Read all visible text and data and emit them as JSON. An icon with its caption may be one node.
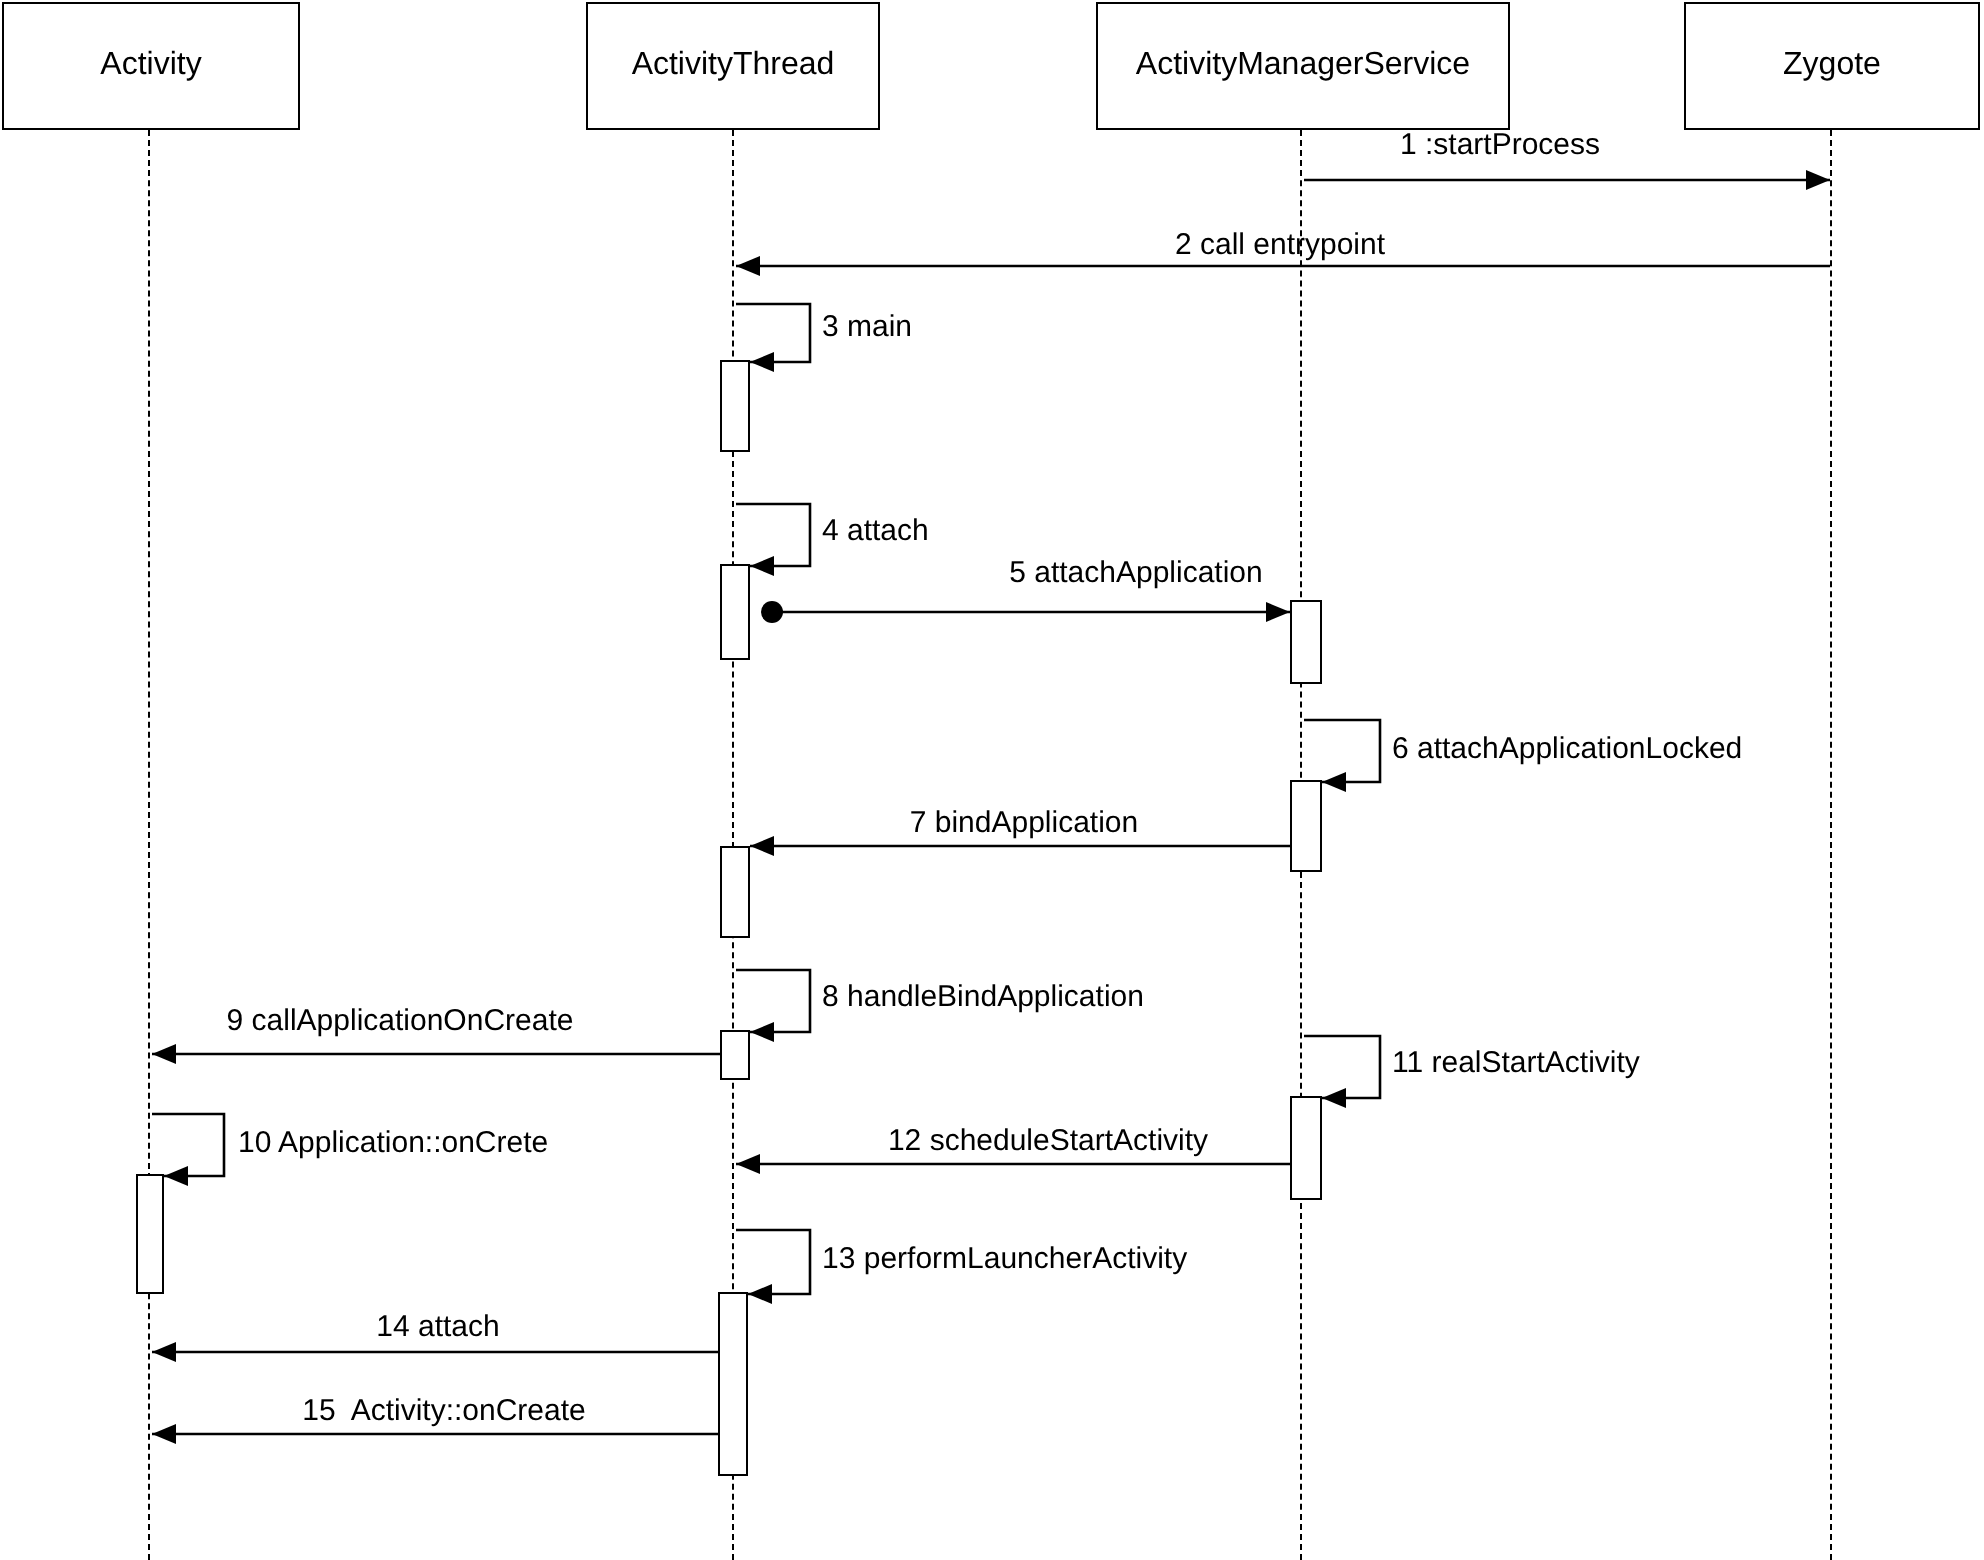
{
  "diagram": {
    "nodes": [
      {
        "text": [
          "Activity"
        ]
      },
      {
        "text": [
          "ActivityThread"
        ]
      },
      {
        "text": [
          "ActivityManagerService"
        ]
      },
      {
        "text": [
          "Zygote"
        ]
      },
      {
        "text": [],
        "shape": "line"
      },
      {
        "text": [],
        "shape": "line"
      },
      {
        "text": [],
        "shape": "line"
      },
      {
        "text": [],
        "shape": "line"
      },
      {
        "text": [],
        "shape": "bar"
      },
      {
        "text": [],
        "shape": "bar"
      },
      {
        "text": [],
        "shape": "bar"
      },
      {
        "text": [],
        "shape": "bar"
      },
      {
        "text": [],
        "shape": "bar"
      },
      {
        "text": [],
        "shape": "bar"
      },
      {
        "text": [],
        "shape": "bar"
      },
      {
        "text": [],
        "shape": "bar"
      },
      {
        "text": [],
        "shape": "bar"
      }
    ],
    "edges": [
      {
        "from": 6,
        "to": 7,
        "arrow": "to",
        "label": "1 :startProcess"
      },
      {
        "from": 7,
        "to": 5,
        "arrow": "to",
        "label": "2 call entrypoint"
      },
      {
        "from": 5,
        "to": 8,
        "arrow": "to",
        "label": "3 main"
      },
      {
        "from": 5,
        "to": 9,
        "arrow": "to",
        "label": "4 attach"
      },
      {
        "from": 9,
        "to": 10,
        "arrow": "to",
        "label": "5 attachApplication"
      },
      {
        "from": 6,
        "to": 11,
        "arrow": "to",
        "label": "6 attachApplicationLocked"
      },
      {
        "from": 11,
        "to": 12,
        "arrow": "to",
        "label": "7 bindApplication"
      },
      {
        "from": 5,
        "to": 13,
        "arrow": "to",
        "label": "8 handleBindApplication"
      },
      {
        "from": 13,
        "to": 4,
        "arrow": "to",
        "label": "9 callApplicationOnCreate"
      },
      {
        "from": 4,
        "to": 15,
        "arrow": "to",
        "label": "10 Application::onCrete"
      },
      {
        "from": 6,
        "to": 14,
        "arrow": "to",
        "label": "11 realStartActivity"
      },
      {
        "from": 14,
        "to": 5,
        "arrow": "to",
        "label": "12 scheduleStartActivity"
      },
      {
        "from": 5,
        "to": 16,
        "arrow": "to",
        "label": "13 performLauncherActivity"
      },
      {
        "from": 16,
        "to": 4,
        "arrow": "to",
        "label": "14 attach"
      },
      {
        "from": 16,
        "to": 4,
        "arrow": "to",
        "label": "15  Activity::onCreate"
      }
    ]
  }
}
